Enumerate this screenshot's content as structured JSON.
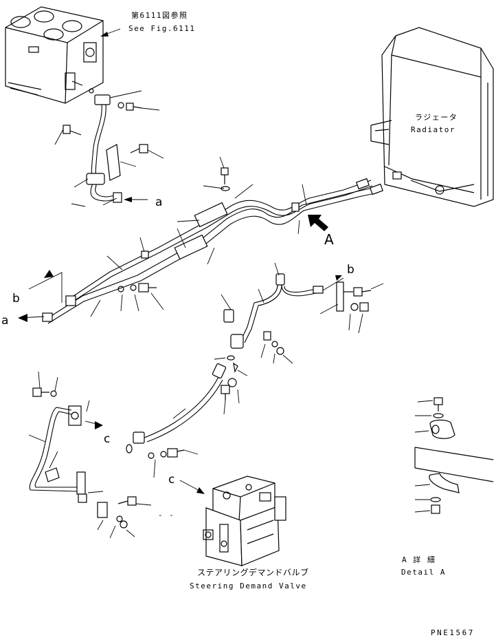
{
  "diagram": {
    "references": {
      "see_fig_jp": "第6111図参照",
      "see_fig_en": "See Fig.6111"
    },
    "radiator": {
      "jp": "ラジェータ",
      "en": "Radiator"
    },
    "valve": {
      "jp": "ステアリングデマンドバルブ",
      "en": "Steering Demand Valve"
    },
    "detail": {
      "jp": "A 詳 細",
      "en": "Detail A"
    },
    "letters": {
      "A": "A",
      "a1": "a",
      "a2": "a",
      "b1": "b",
      "b2": "b",
      "c1": "c",
      "c2": "c"
    },
    "dash_mark": "- -",
    "drawing_number": "PNE1567"
  }
}
